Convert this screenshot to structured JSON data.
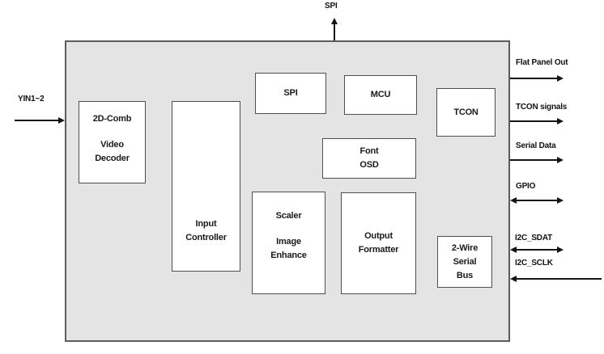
{
  "diagram": {
    "type": "block-diagram",
    "colors": {
      "background": "#ffffff",
      "chip_fill": "#e4e4e4",
      "chip_border": "#5c5c5c",
      "block_fill": "#ffffff",
      "block_border": "#4f4f4f",
      "text": "#1a1a1a",
      "arrow": "#141414"
    },
    "blocks": {
      "video_decoder": {
        "lines": [
          "2D-Comb",
          "Video",
          "Decoder"
        ]
      },
      "input_controller": {
        "lines": [
          "Input",
          "Controller"
        ]
      },
      "spi": {
        "lines": [
          "SPI"
        ]
      },
      "mcu": {
        "lines": [
          "MCU"
        ]
      },
      "tcon": {
        "lines": [
          "TCON"
        ]
      },
      "font_osd": {
        "lines": [
          "Font",
          "OSD"
        ]
      },
      "scaler": {
        "lines": [
          "Scaler",
          "Image",
          "Enhance"
        ]
      },
      "output_formatter": {
        "lines": [
          "Output",
          "Formatter"
        ]
      },
      "two_wire_serial_bus": {
        "lines": [
          "2-Wire",
          "Serial",
          "Bus"
        ]
      }
    },
    "ports": {
      "spi_top": {
        "label": "SPI",
        "direction": "out",
        "side": "top"
      },
      "yin": {
        "label": "YIN1~2",
        "direction": "in",
        "side": "left"
      },
      "flat_panel_out": {
        "label": "Flat Panel Out",
        "direction": "out",
        "side": "right"
      },
      "tcon_signals": {
        "label": "TCON signals",
        "direction": "out",
        "side": "right"
      },
      "serial_data": {
        "label": "Serial Data",
        "direction": "out",
        "side": "right"
      },
      "gpio": {
        "label": "GPIO",
        "direction": "bidirectional",
        "side": "right"
      },
      "i2c_sdat": {
        "label": "I2C_SDAT",
        "direction": "bidirectional",
        "side": "right"
      },
      "i2c_sclk": {
        "label": "I2C_SCLK",
        "direction": "in",
        "side": "right"
      }
    }
  }
}
